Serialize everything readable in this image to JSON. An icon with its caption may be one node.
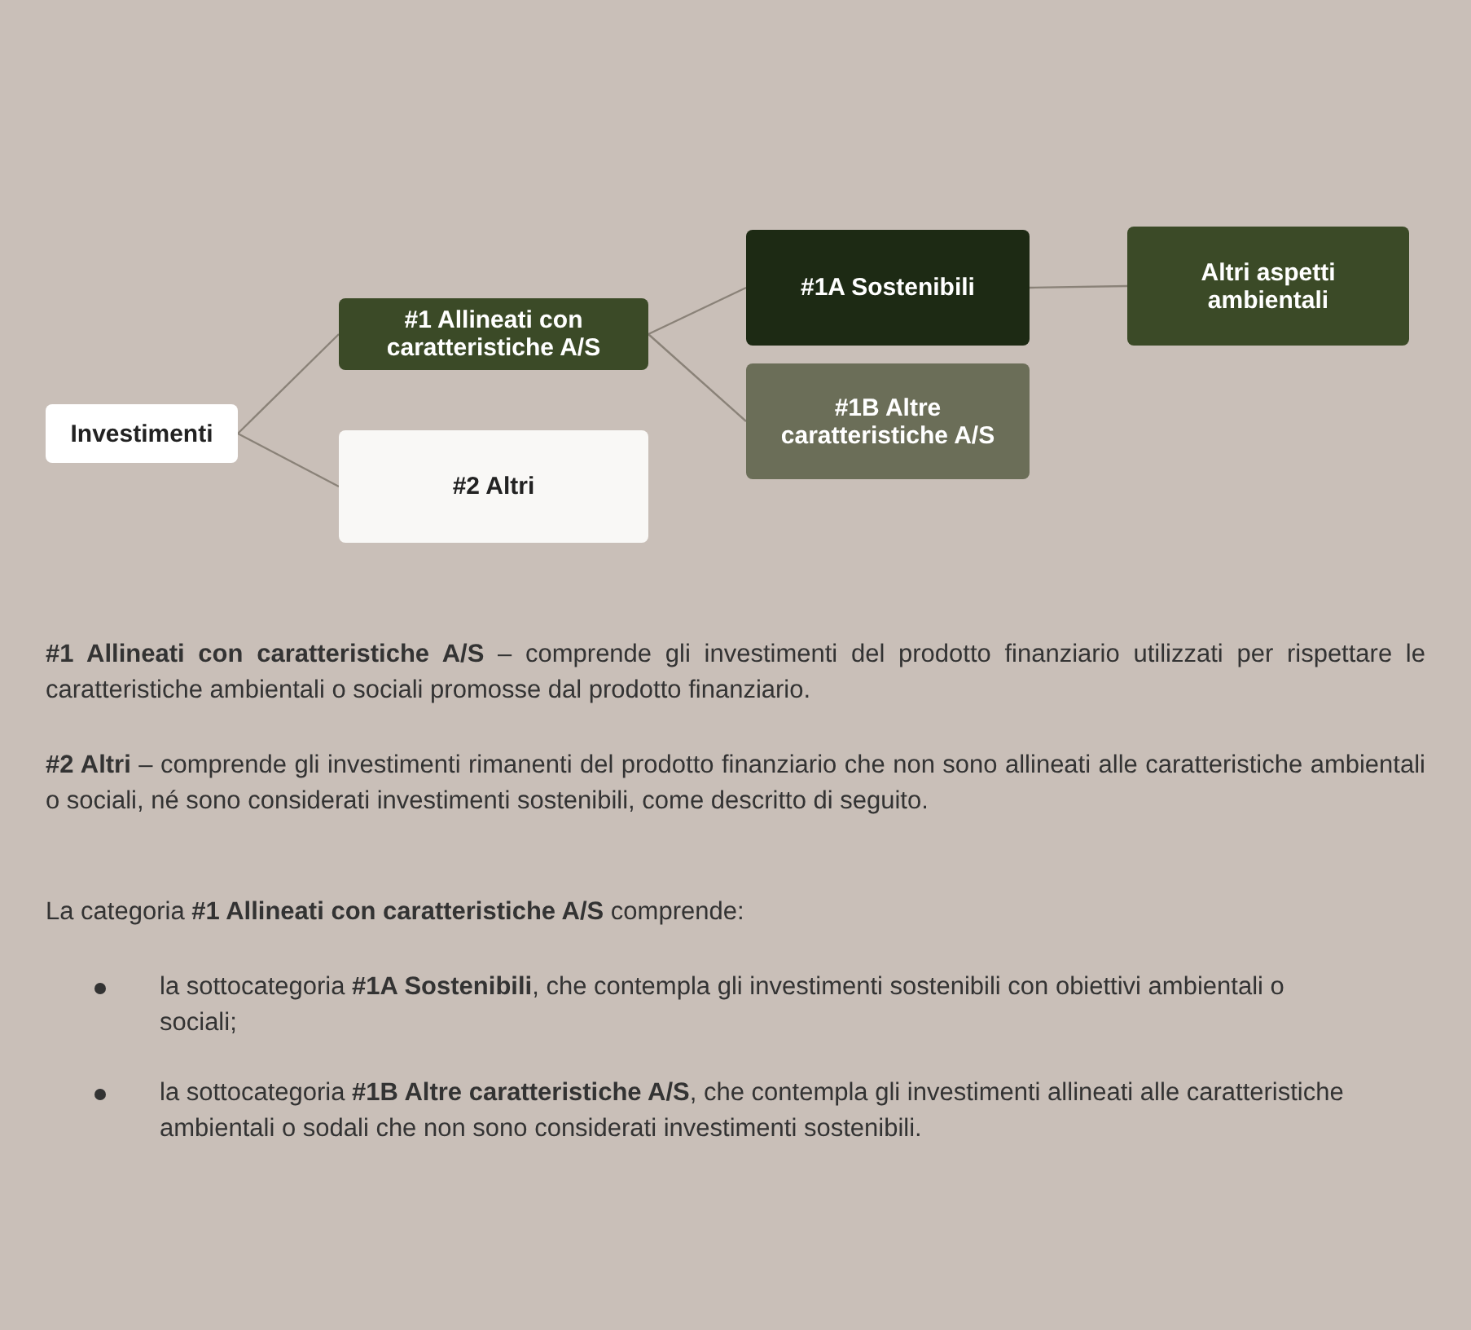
{
  "diagram": {
    "nodes": [
      {
        "text": [
          "Investimenti"
        ]
      },
      {
        "text": [
          "#1 Allineati con caratteristiche A/S"
        ]
      },
      {
        "text": [
          "#2 Altri"
        ]
      },
      {
        "text": [
          "#1A Sostenibili"
        ]
      },
      {
        "text": [
          "#1B Altre caratteristiche A/S"
        ]
      },
      {
        "text": [
          "Altri aspetti ambientali"
        ]
      }
    ],
    "edges": [
      {
        "from": 0,
        "to": 1,
        "arrow": "none"
      },
      {
        "from": 0,
        "to": 2,
        "arrow": "none"
      },
      {
        "from": 1,
        "to": 3,
        "arrow": "none"
      },
      {
        "from": 1,
        "to": 4,
        "arrow": "none"
      },
      {
        "from": 3,
        "to": 5,
        "arrow": "none"
      }
    ],
    "labels": [
      "**#1 Allineati con caratteristiche A/S** – comprende gli investimenti del prodotto finanziario utilizzati per rispettare le caratteristiche ambientali o sociali promosse dal prodotto finanziario.",
      "**#2 Altri** – comprende gli investimenti rimanenti del prodotto finanziario che non sono allineati alle caratteristiche ambientali o sociali, né sono considerati investimenti sostenibili, come descritto di seguito.",
      "La categoria **#1 Allineati con caratteristiche A/S** comprende:",
      "la sottocategoria **#1A Sostenibili**, che contempla gli investimenti sostenibili con obiettivi ambientali o sociali;",
      "la sottocategoria **#1B Altre caratteristiche A/S**, che contempla gli investimenti allineati alle caratteristiche ambientali o sodali che non sono considerati investimenti sostenibili."
    ]
  }
}
